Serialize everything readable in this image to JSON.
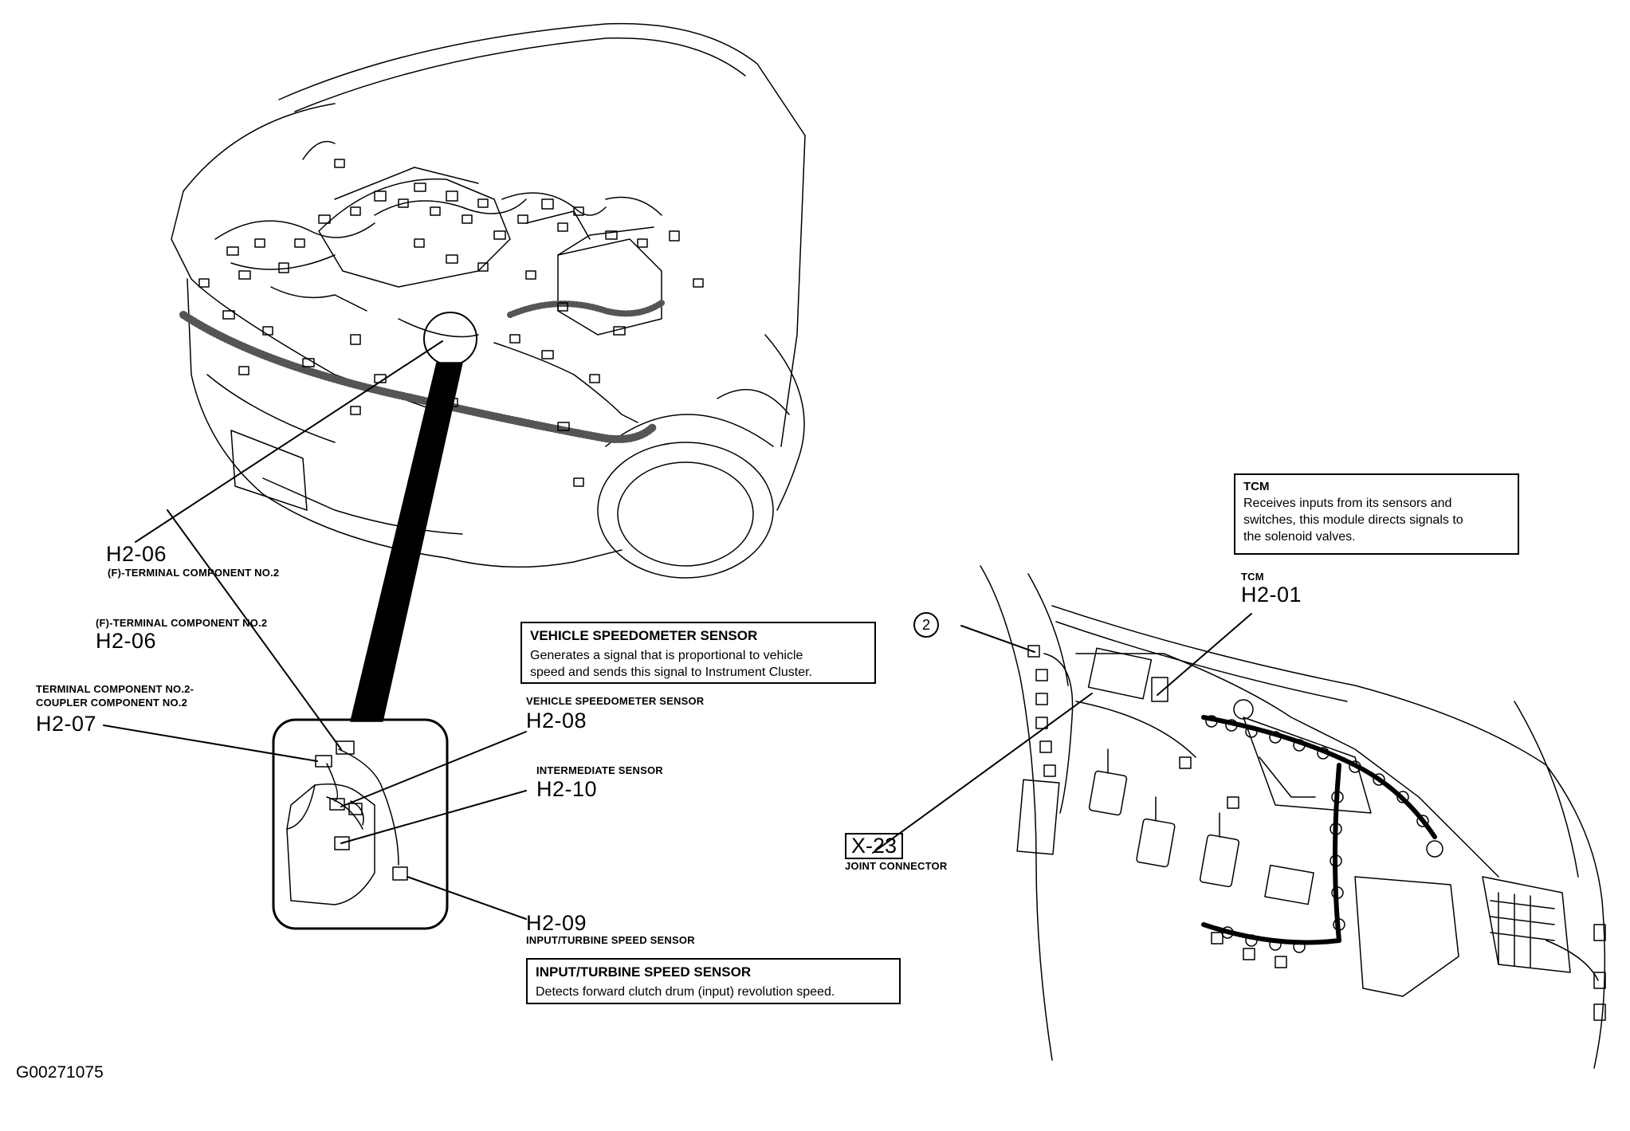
{
  "labels": {
    "h2_06_top_code": "H2-06",
    "h2_06_top_desc": "(F)-TERMINAL COMPONENT NO.2",
    "h2_06_mid_desc": "(F)-TERMINAL COMPONENT NO.2",
    "h2_06_mid_code": "H2-06",
    "h2_07_desc1": "TERMINAL COMPONENT NO.2-",
    "h2_07_desc2": "COUPLER COMPONENT NO.2",
    "h2_07_code": "H2-07",
    "h2_08_desc": "VEHICLE SPEEDOMETER SENSOR",
    "h2_08_code": "H2-08",
    "h2_10_desc": "INTERMEDIATE SENSOR",
    "h2_10_code": "H2-10",
    "h2_09_code": "H2-09",
    "h2_09_desc": "INPUT/TURBINE SPEED SENSOR",
    "tcm_small": "TCM",
    "h2_01_code": "H2-01",
    "x23_code": "X-23",
    "x23_desc": "JOINT CONNECTOR",
    "circle_num": "2",
    "figure_id": "G00271075"
  },
  "boxes": {
    "vss": {
      "title": "VEHICLE SPEEDOMETER SENSOR",
      "line1": "Generates a signal that is proportional to vehicle",
      "line2": "speed and sends this signal to Instrument Cluster."
    },
    "itss": {
      "title": "INPUT/TURBINE SPEED SENSOR",
      "line1": "Detects forward clutch drum (input) revolution speed."
    },
    "tcm": {
      "title": "TCM",
      "line1": "Receives inputs from its sensors and",
      "line2": "switches, this module directs signals to",
      "line3": "the solenoid valves."
    }
  }
}
